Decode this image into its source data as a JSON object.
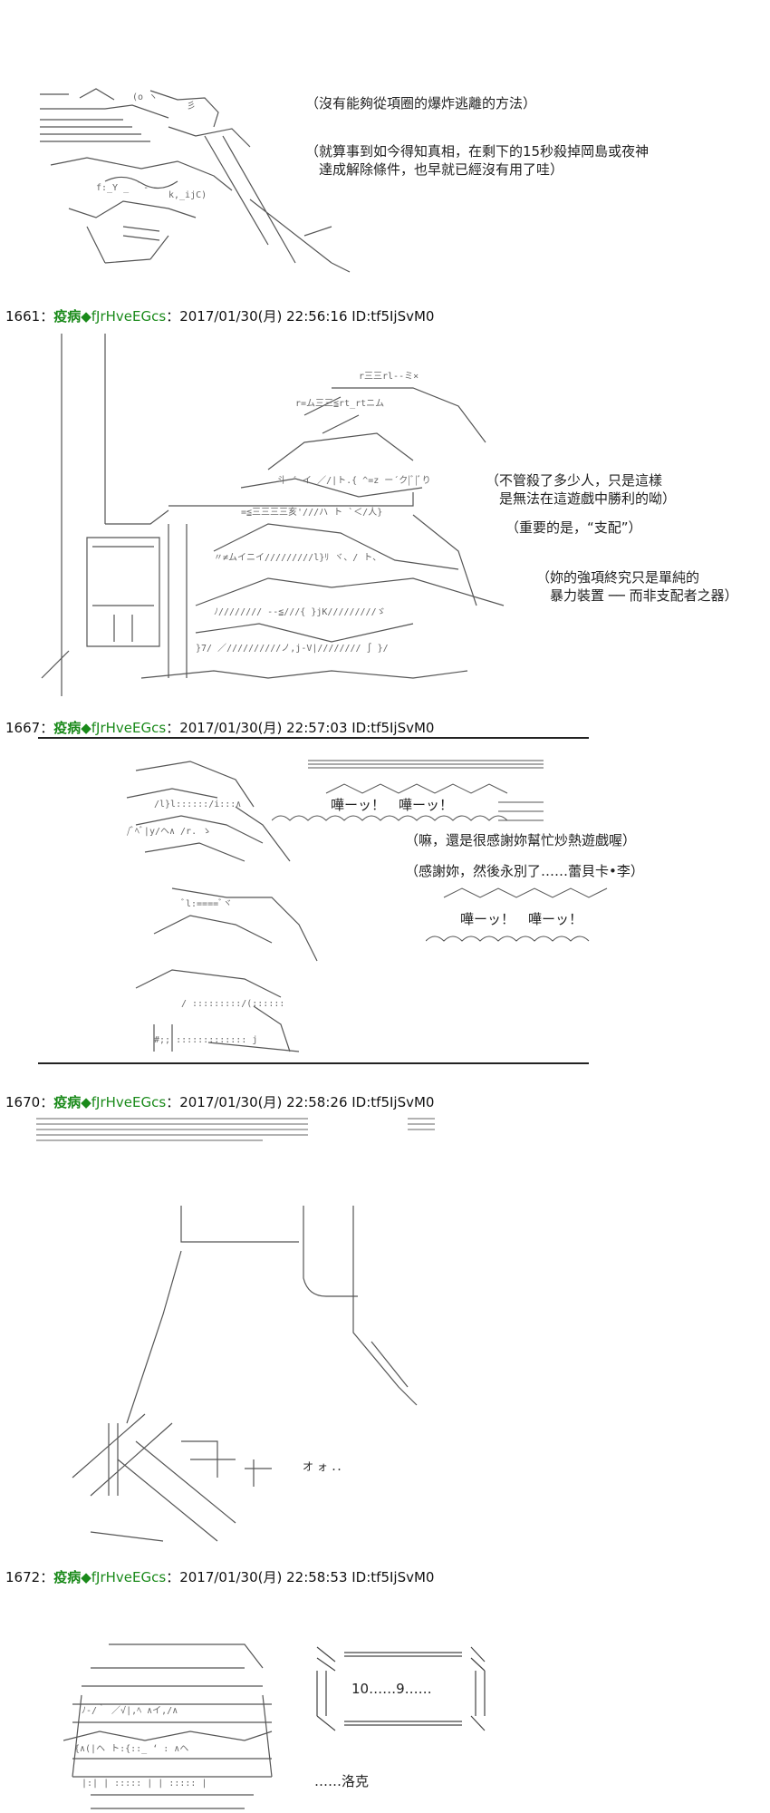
{
  "posts": [
    {
      "id": "post-0",
      "header": null,
      "dialogue": [
        "（沒有能夠從項圈的爆炸逃離的方法）",
        "（就算事到如今得知真相，在剩下的15秒殺掉岡島或夜神\n　達成解除條件，也早就已經沒有用了哇）"
      ]
    },
    {
      "id": "post-1661",
      "header": {
        "num": "1661",
        "sep": "：",
        "name": "疫病",
        "trip": "◆fJrHveEGcs",
        "date": "：2017/01/30(月) 22:56:16 ID:tf5IjSvM0"
      },
      "dialogue": [
        "（不管殺了多少人，只是這樣\n　是無法在這遊戲中勝利的呦）",
        "（重要的是，“支配”）",
        "（妳的強項終究只是單純的\n　暴力裝置 ── 而非支配者之器）"
      ]
    },
    {
      "id": "post-1667",
      "header": {
        "num": "1667",
        "sep": "：",
        "name": "疫病",
        "trip": "◆fJrHveEGcs",
        "date": "：2017/01/30(月) 22:57:03 ID:tf5IjSvM0"
      },
      "shouts": [
        "嘩ーッ！　嘩ーッ！",
        "嘩ーッ！　嘩ーッ！"
      ],
      "dialogue": [
        "（嘛，還是很感謝妳幫忙炒熱遊戲喔）",
        "（感謝妳，然後永別了……蕾貝卡•李）"
      ]
    },
    {
      "id": "post-1670",
      "header": {
        "num": "1670",
        "sep": "：",
        "name": "疫病",
        "trip": "◆fJrHveEGcs",
        "date": "：2017/01/30(月) 22:58:26 ID:tf5IjSvM0"
      },
      "sfx": "オ ォ ．．"
    },
    {
      "id": "post-1672",
      "header": {
        "num": "1672",
        "sep": "：",
        "name": "疫病",
        "trip": "◆fJrHveEGcs",
        "date": "：2017/01/30(月) 22:58:53 ID:tf5IjSvM0"
      },
      "countdown": "10……9……",
      "dialogue": [
        "……洛克"
      ]
    }
  ]
}
